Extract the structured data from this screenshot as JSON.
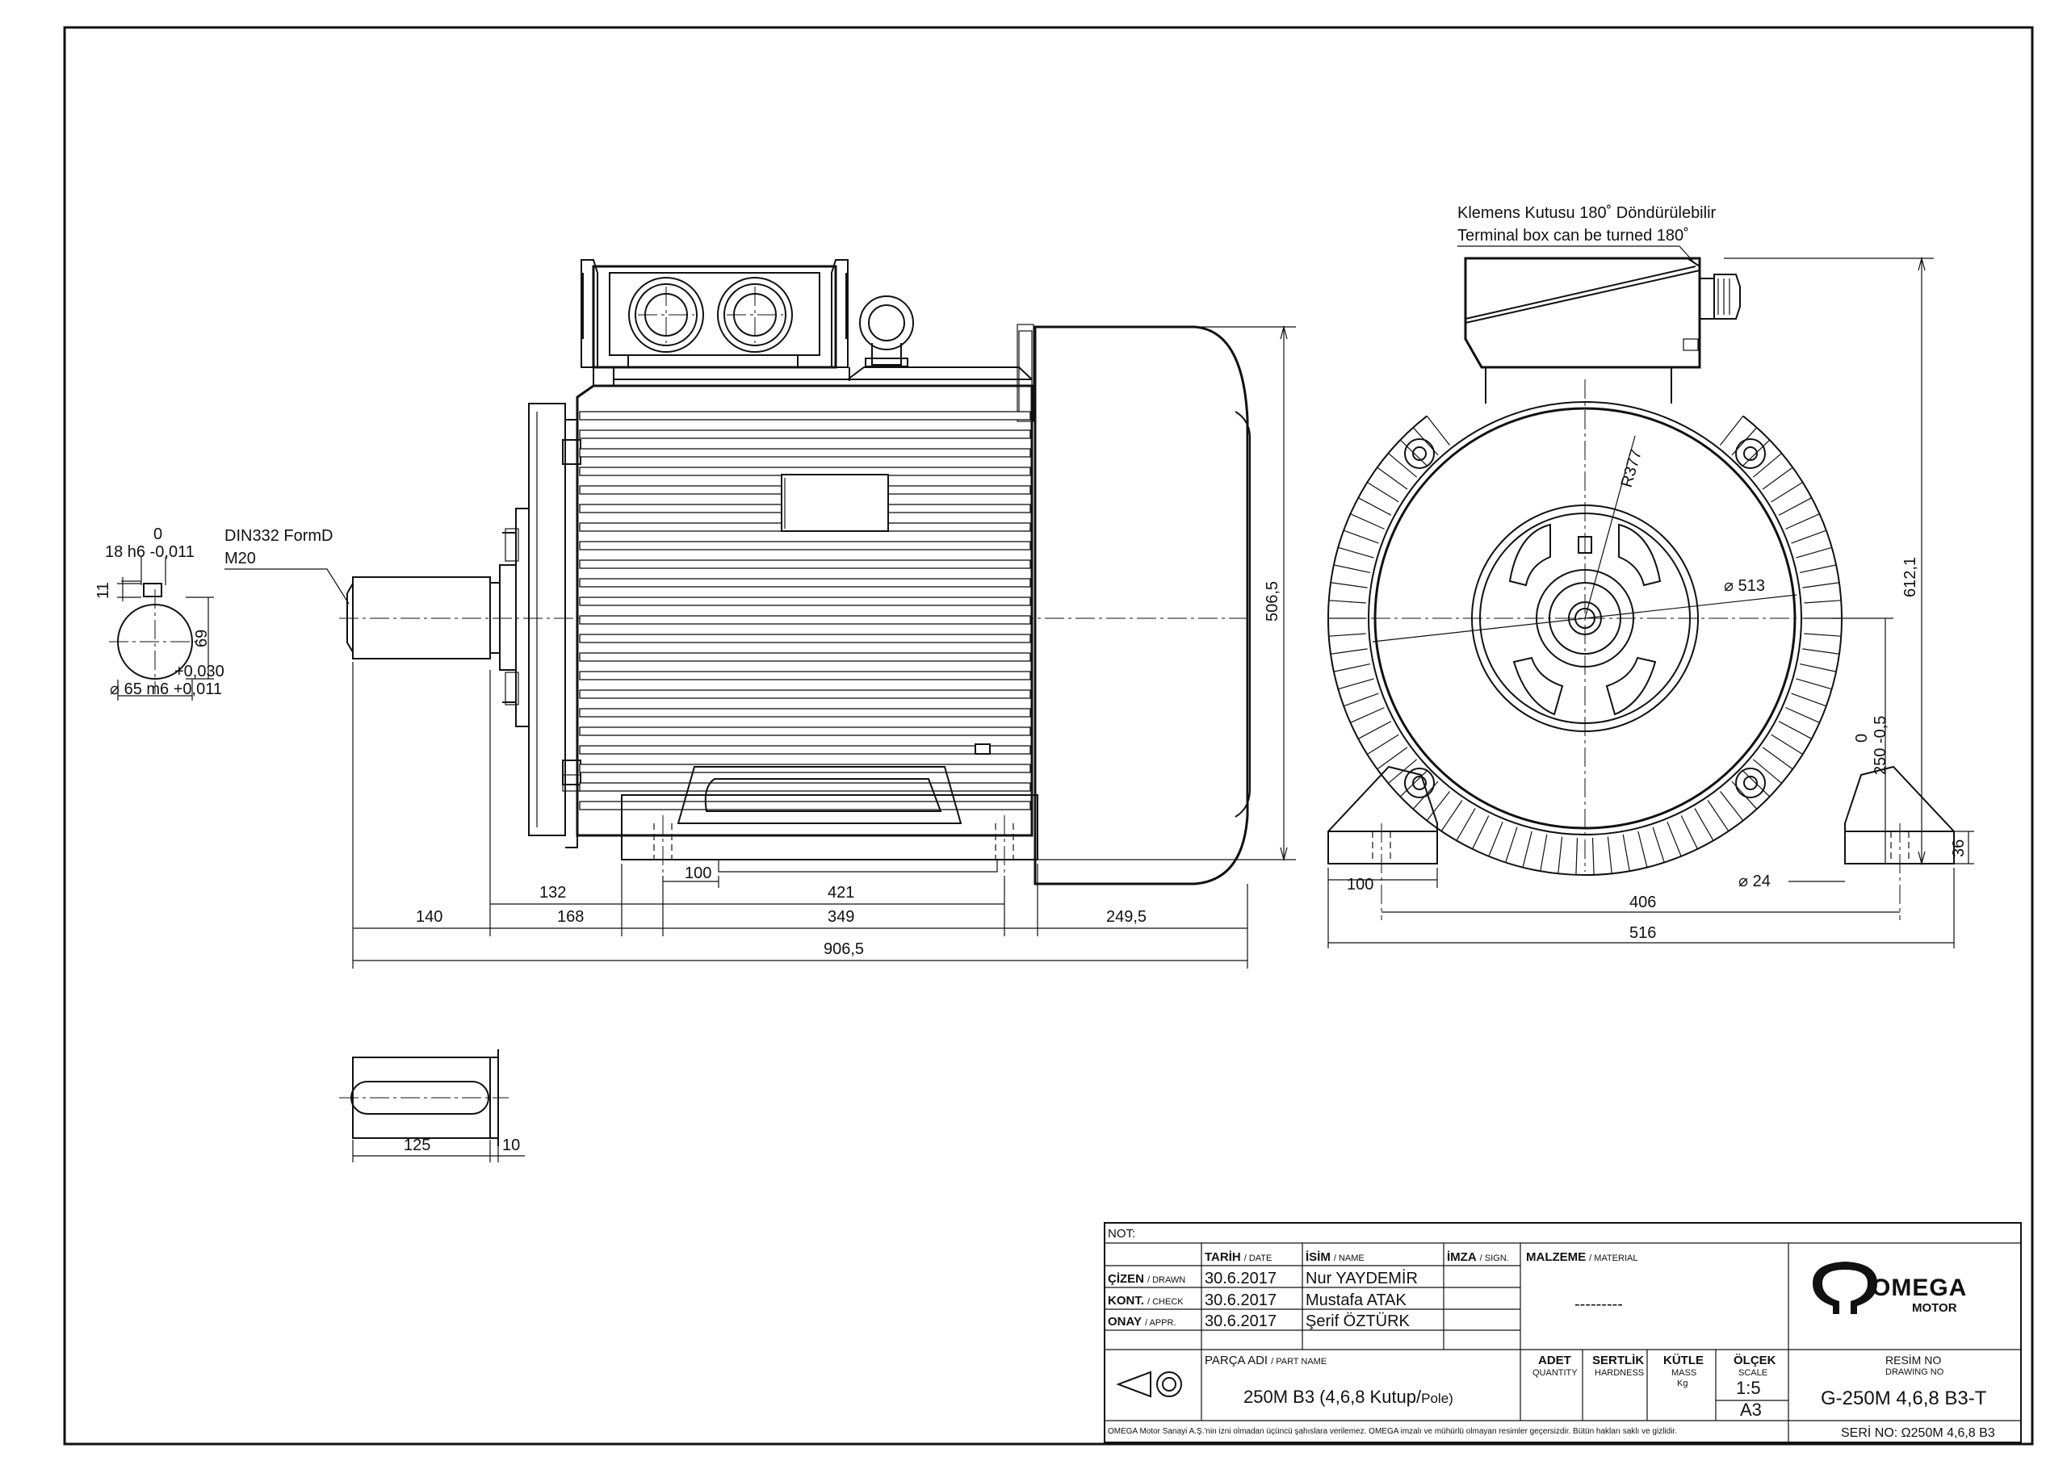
{
  "notes": {
    "terminal_box_tr": "Klemens Kutusu 180˚ Döndürülebilir",
    "terminal_box_en": "Terminal box can be turned 180˚",
    "shaft_key_std": "DIN332 FormD",
    "shaft_thread": "M20"
  },
  "dims": {
    "key_top": "0",
    "key_width": "18 h6 -0,011",
    "key_depth": "11",
    "shaft_height": "69",
    "shaft_tol_upper": "+0,030",
    "shaft_dia": "⌀ 65 m6 +0,011",
    "d132": "132",
    "d100a": "100",
    "d421": "421",
    "d140": "140",
    "d168": "168",
    "d349": "349",
    "d249_5": "249,5",
    "d906_5": "906,5",
    "d506_5": "506,5",
    "r377": "R377",
    "d513": "⌀ 513",
    "d612_1": "612,1",
    "axis_tol_0": "0",
    "axis_h": "250 -0,5",
    "d36": "36",
    "d100b": "100",
    "d24": "⌀ 24",
    "d406": "406",
    "d516": "516",
    "d125": "125",
    "d10": "10"
  },
  "title_block": {
    "not_label": "NOT:",
    "date_h": "TARİH",
    "date_h_en": "/ DATE",
    "name_h": "İSİM",
    "name_h_en": "/ NAME",
    "sign_h": "İMZA",
    "sign_h_en": "/ SIGN.",
    "material_h": "MALZEME",
    "material_h_en": "/ MATERIAL",
    "material_val": "---------",
    "rows": [
      {
        "role": "ÇİZEN",
        "role_en": "/ DRAWN",
        "date": "30.6.2017",
        "name": "Nur YAYDEMİR"
      },
      {
        "role": "KONT.",
        "role_en": "/ CHECK",
        "date": "30.6.2017",
        "name": "Mustafa ATAK"
      },
      {
        "role": "ONAY",
        "role_en": "/ APPR.",
        "date": "30.6.2017",
        "name": "Şerif ÖZTÜRK"
      }
    ],
    "part_h": "PARÇA ADI",
    "part_h_en": "/ PART NAME",
    "part_name": "250M B3 (4,6,8 Kutup/",
    "part_name_pole": "Pole)",
    "qty_h": "ADET",
    "qty_h_en": "QUANTITY",
    "hard_h": "SERTLİK",
    "hard_h_en": "HARDNESS",
    "mass_h": "KÜTLE",
    "mass_h_en": "MASS",
    "mass_unit": "Kg",
    "scale_h": "ÖLÇEK",
    "scale_h_en": "SCALE",
    "scale_val": "1:5",
    "sheet_size": "A3",
    "drawing_no_h": "RESİM NO",
    "drawing_no_h_en": "DRAWING NO",
    "drawing_no": "G-250M 4,6,8 B3-T",
    "serial_no": "SERİ NO: Ω250M 4,6,8 B3",
    "logo_main": "OMEGA",
    "logo_sub": "MOTOR",
    "footer": "OMEGA Motor Sanayi A.Ş.'nin izni olmadan üçüncü şahıslara verilemez. OMEGA imzalı ve mühürlü olmayan resimler geçersizdir. Bütün hakları saklı ve gizlidir."
  }
}
